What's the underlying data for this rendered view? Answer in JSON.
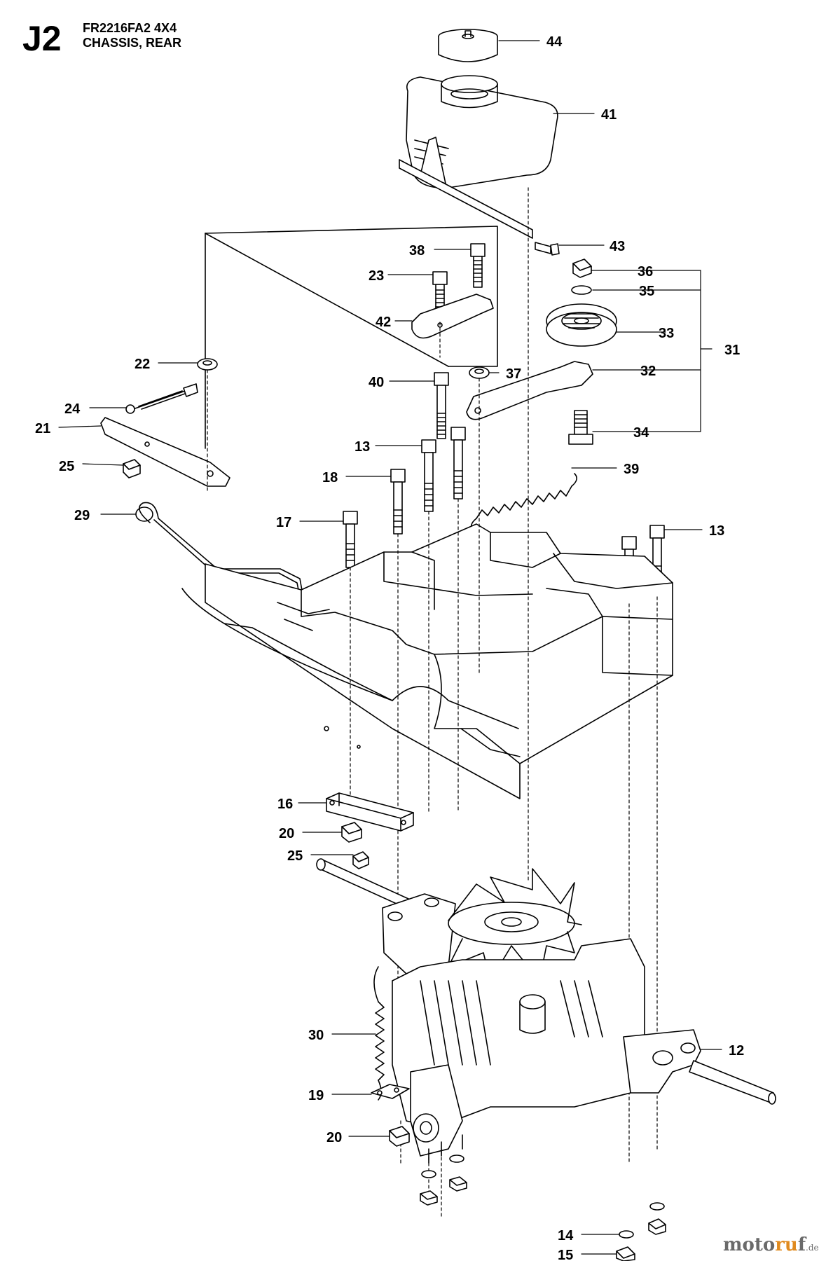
{
  "header": {
    "code": "J2",
    "model": "FR2216FA2 4X4",
    "description": "CHASSIS, REAR"
  },
  "callouts": {
    "c44": "44",
    "c41": "41",
    "c43": "43",
    "c38": "38",
    "c23": "23",
    "c36": "36",
    "c35": "35",
    "c33": "33",
    "c31": "31",
    "c42": "42",
    "c22": "22",
    "c37": "37",
    "c32": "32",
    "c40": "40",
    "c24": "24",
    "c21": "21",
    "c34": "34",
    "c13a": "13",
    "c25a": "25",
    "c39": "39",
    "c18": "18",
    "c29": "29",
    "c17": "17",
    "c13b": "13",
    "c16": "16",
    "c20a": "20",
    "c25b": "25",
    "c30": "30",
    "c12": "12",
    "c19": "19",
    "c20b": "20",
    "c14": "14",
    "c15": "15"
  },
  "watermark": {
    "brand_prefix": "moto",
    "brand_highlight": "ru",
    "brand_suffix": "f",
    "domain": ".de"
  },
  "colors": {
    "line": "#000000",
    "part_fill": "#ffffff",
    "shade": "#d8d8d8",
    "watermark_accent": "#e08a1e",
    "watermark_gray": "#6a6a6a"
  }
}
